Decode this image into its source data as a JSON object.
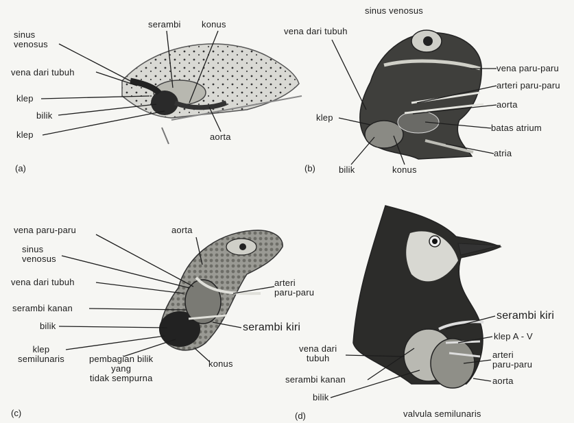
{
  "panels": {
    "a": {
      "id": "(a)",
      "labels": {
        "sinus_venosus": "sinus\nvenosus",
        "vena_dari_tubuh": "vena dari tubuh",
        "klep_1": "klep",
        "bilik": "bilik",
        "klep_2": "klep",
        "serambi": "serambi",
        "konus": "konus",
        "aorta": "aorta"
      }
    },
    "b": {
      "id": "(b)",
      "labels": {
        "sinus_venosus": "sinus venosus",
        "vena_dari_tubuh": "vena dari tubuh",
        "vena_paru_paru": "vena paru-paru",
        "arteri_paru_paru": "arteri paru-paru",
        "aorta": "aorta",
        "klep": "klep",
        "batas_atrium": "batas atrium",
        "atria": "atria",
        "bilik": "bilik",
        "konus": "konus"
      }
    },
    "c": {
      "id": "(c)",
      "labels": {
        "vena_paru_paru": "vena paru-paru",
        "aorta": "aorta",
        "sinus_venosus": "sinus\nvenosus",
        "vena_dari_tubuh": "vena dari tubuh",
        "arteri_paru_paru": "arteri\nparu-paru",
        "serambi_kanan": "serambi kanan",
        "serambi_kiri": "serambi kiri",
        "bilik": "bilik",
        "klep_semilunaris": "klep\nsemilunaris",
        "pembagian_bilik": "pembagian bilik\nyang\ntidak sempurna",
        "konus": "konus"
      }
    },
    "d": {
      "id": "(d)",
      "labels": {
        "serambi_kiri": "serambi kiri",
        "klep_av": "klep A - V",
        "vena_dari_tubuh": "vena dari\ntubuh",
        "arteri_paru_paru": "arteri\nparu-paru",
        "serambi_kanan": "serambi kanan",
        "aorta": "aorta",
        "bilik": "bilik",
        "valvula_semilunaris": "valvula semilunaris"
      }
    }
  }
}
